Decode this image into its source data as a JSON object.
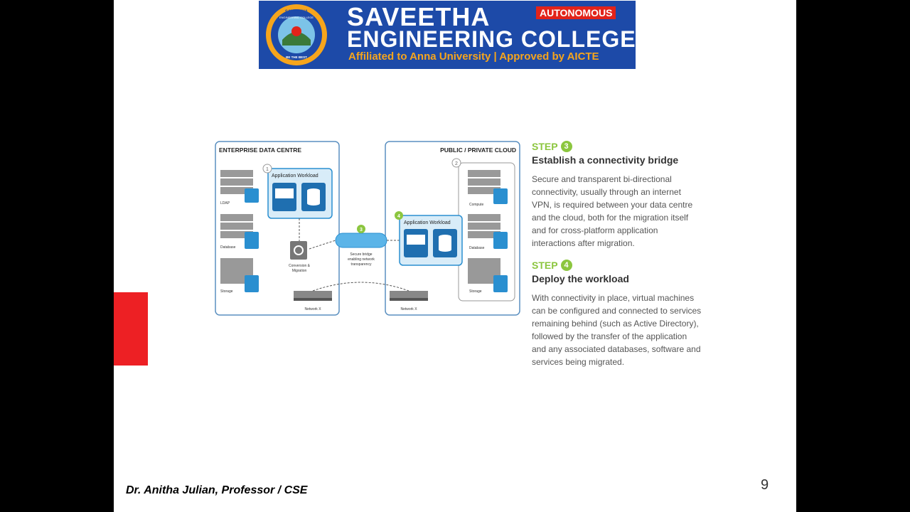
{
  "banner": {
    "title_line1": "SAVEETHA",
    "title_line2": "ENGINEERING COLLEGE",
    "badge": "AUTONOMOUS",
    "subtitle": "Affiliated to Anna University | Approved by AICTE",
    "seal_text_top": "SAVEETHA",
    "seal_text_mid": "ENGINEERING COLLEGE",
    "seal_text_bottom": "BE THE BEST",
    "colors": {
      "background": "#1d4aa8",
      "badge": "#e2231a",
      "subtitle": "#f6a51c"
    }
  },
  "diagram": {
    "left_box_title": "ENTERPRISE DATA CENTRE",
    "right_box_title": "PUBLIC / PRIVATE CLOUD",
    "left_servers": [
      "LDAP",
      "Database",
      "Storage"
    ],
    "right_servers": [
      "Compute",
      "Database",
      "Storage"
    ],
    "workload_label": "Application Workload",
    "conversion_label_1": "Conversion &",
    "conversion_label_2": "Migration",
    "bridge_label_1": "Secure bridge",
    "bridge_label_2": "enabling network",
    "bridge_label_3": "transparency",
    "network_label": "Network X",
    "badges": [
      "1",
      "2",
      "3",
      "4"
    ],
    "colors": {
      "accent": "#2a8fd0",
      "badge": "#8cc63f",
      "border": "#5a8fc0"
    }
  },
  "steps": [
    {
      "tag": "STEP",
      "number": "3",
      "title": "Establish a connectivity bridge",
      "body": "Secure and transparent bi-directional connectivity, usually through an internet VPN, is required between your data centre and the cloud, both for the migration itself and for cross-platform application interactions after migration."
    },
    {
      "tag": "STEP",
      "number": "4",
      "title": "Deploy the workload",
      "body": "With connectivity in place, virtual machines can be configured and connected to services remaining behind (such as Active Directory), followed by the transfer of the application and any associated databases, software and services being migrated."
    }
  ],
  "footer": {
    "author": "Dr. Anitha Julian, Professor / CSE",
    "page_number": "9"
  },
  "colors": {
    "step_accent": "#8cc63f",
    "side_bar": "#ed2024"
  }
}
